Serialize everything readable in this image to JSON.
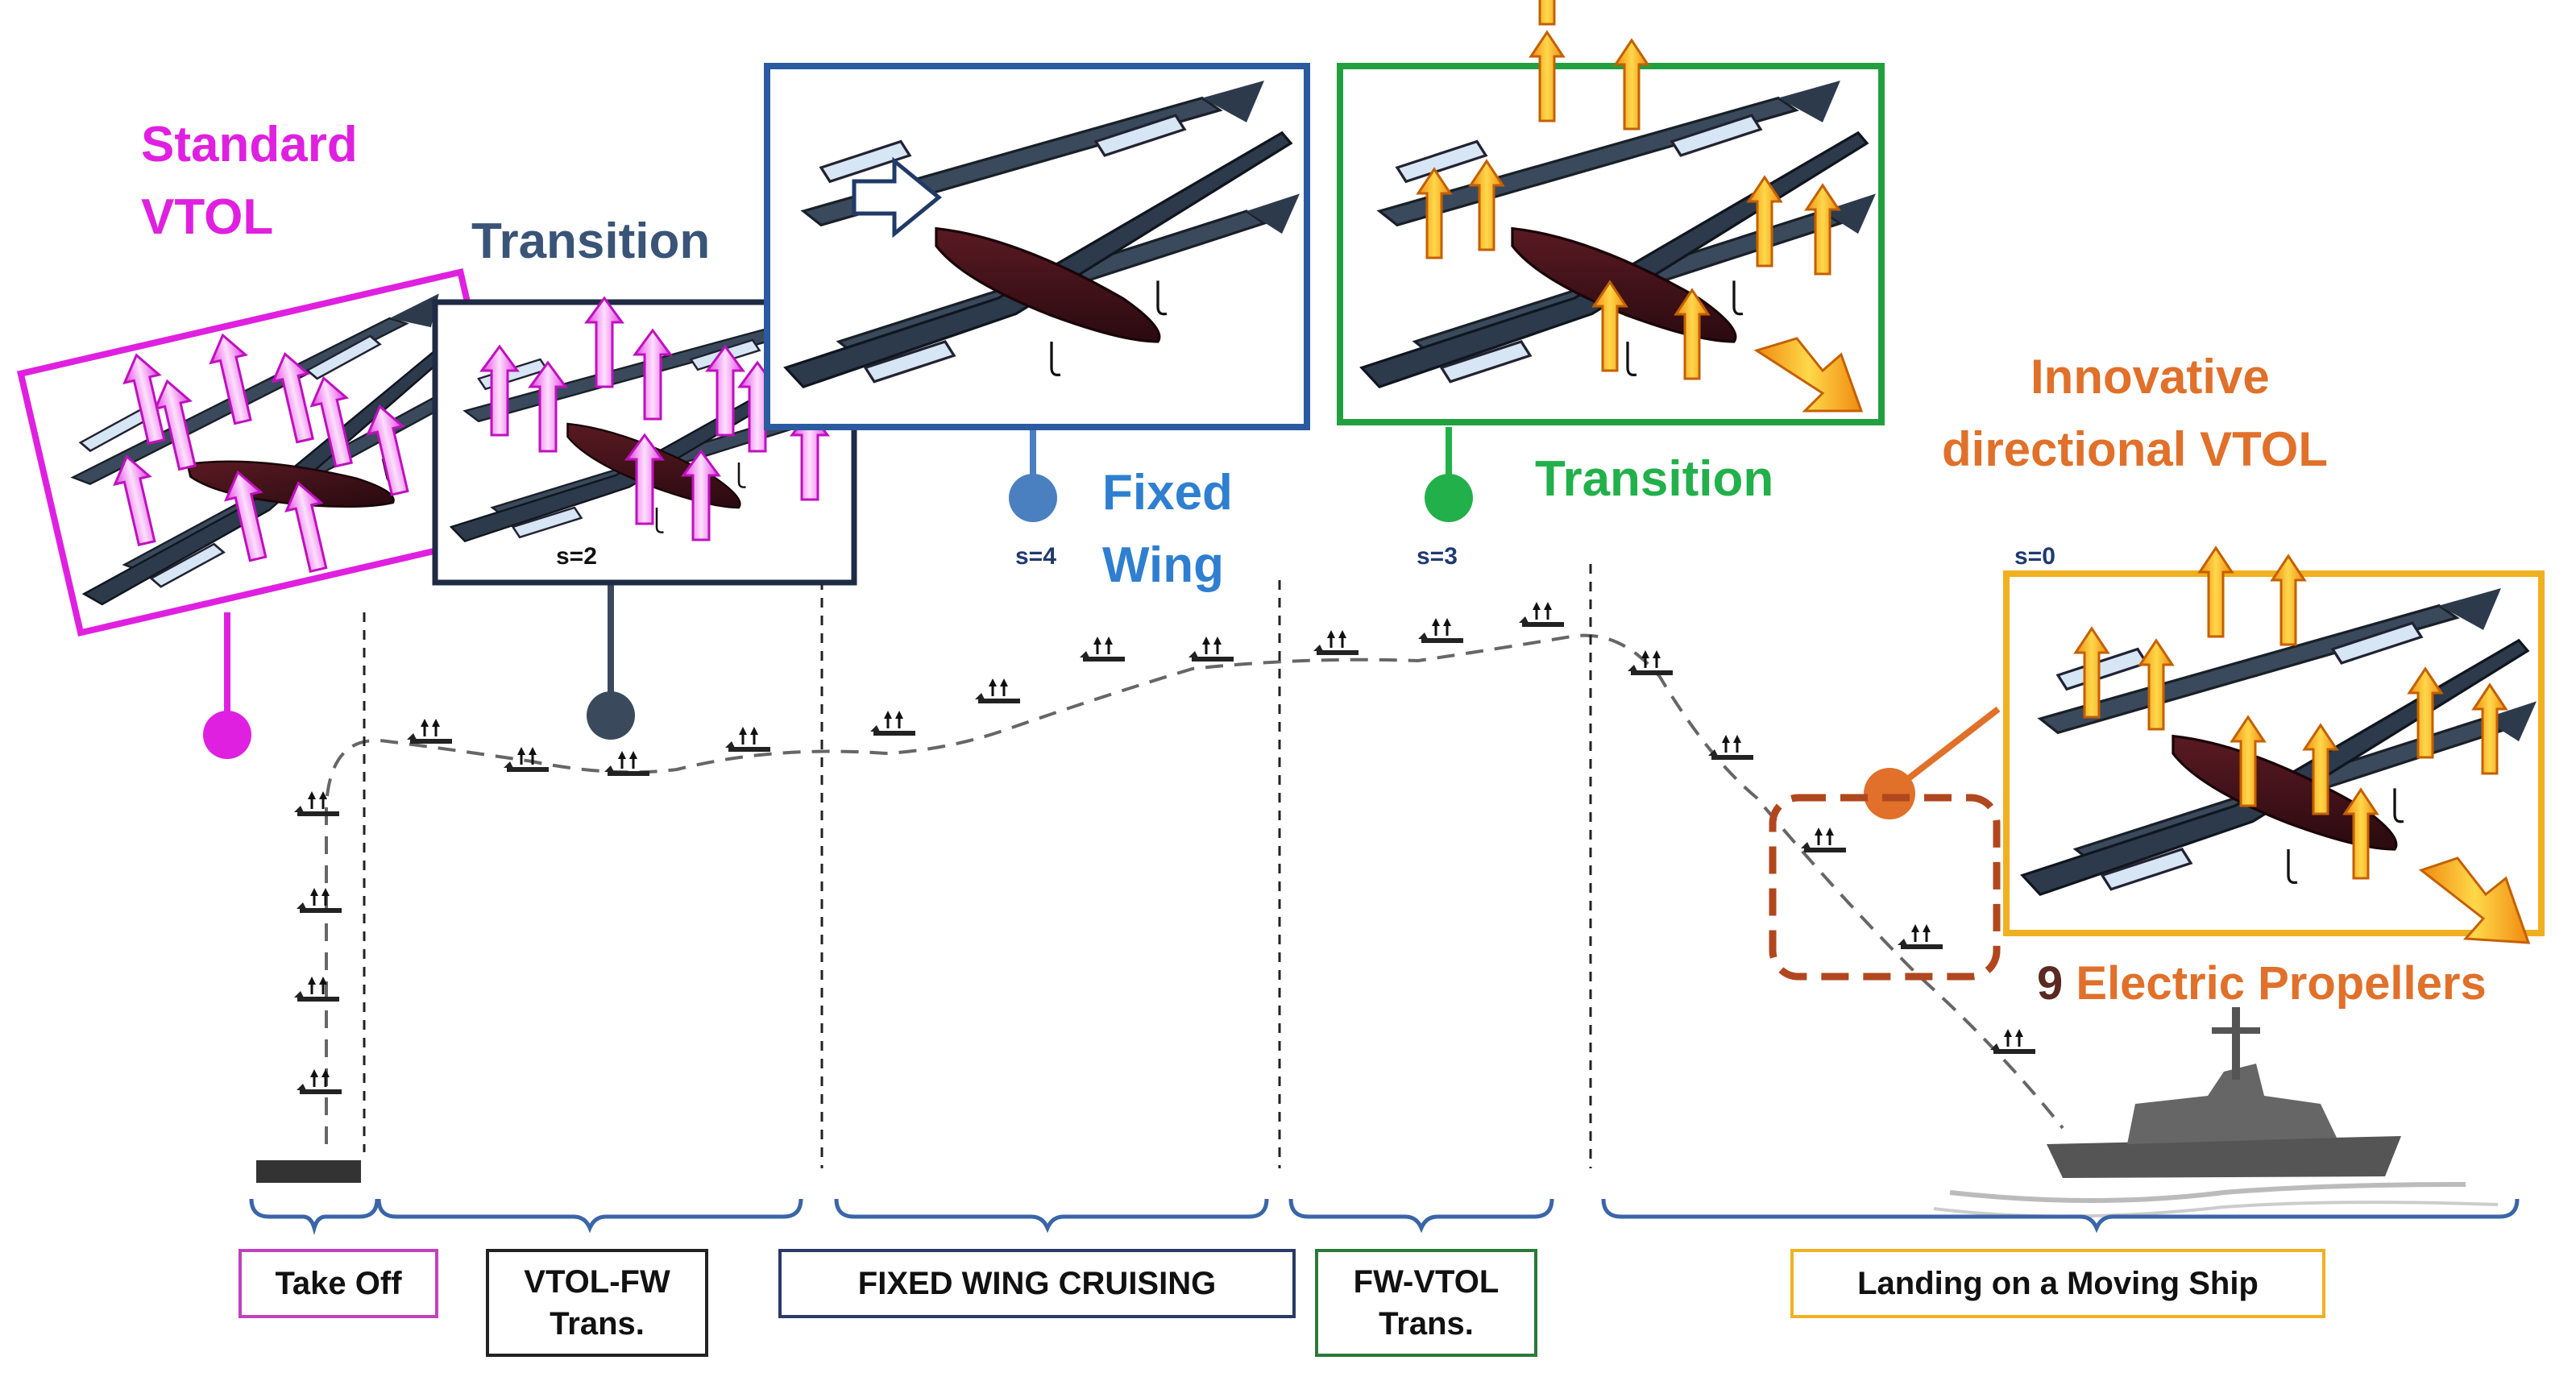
{
  "labels": {
    "standard_vtol_line1": "Standard",
    "standard_vtol_line2": "VTOL",
    "transition_1": "Transition",
    "fixed_wing_line1": "Fixed",
    "fixed_wing_line2": "Wing",
    "transition_2": "Transition",
    "innovative_line1": "Innovative",
    "innovative_line2": "directional VTOL",
    "propellers_count": "9",
    "propellers_text": " Electric Propellers"
  },
  "states": {
    "s2": "s=2",
    "s4": "s=4",
    "s3": "s=3",
    "s0": "s=0"
  },
  "phases": {
    "take_off": "Take Off",
    "vtol_fw_line1": "VTOL-FW",
    "vtol_fw_line2": "Trans.",
    "fixed_wing_cruising": "FIXED WING CRUISING",
    "fw_vtol_line1": "FW-VTOL",
    "fw_vtol_line2": "Trans.",
    "landing": "Landing on a Moving Ship"
  },
  "colors": {
    "standard_vtol": "#e020e0",
    "transition_dark": "#3a5478",
    "fixed_wing_blue": "#2f7fd0",
    "transition_green": "#22b04a",
    "innovative_orange": "#e0702a",
    "landing_box": "#f0b020",
    "dashed_box": "#b0471e"
  },
  "icons": {
    "aircraft_panels": "vtol-aircraft-illustration",
    "ship": "naval-ship-icon",
    "lift_arrows": "lift-arrow-icon",
    "thrust_arrow": "thrust-arrow-icon"
  }
}
